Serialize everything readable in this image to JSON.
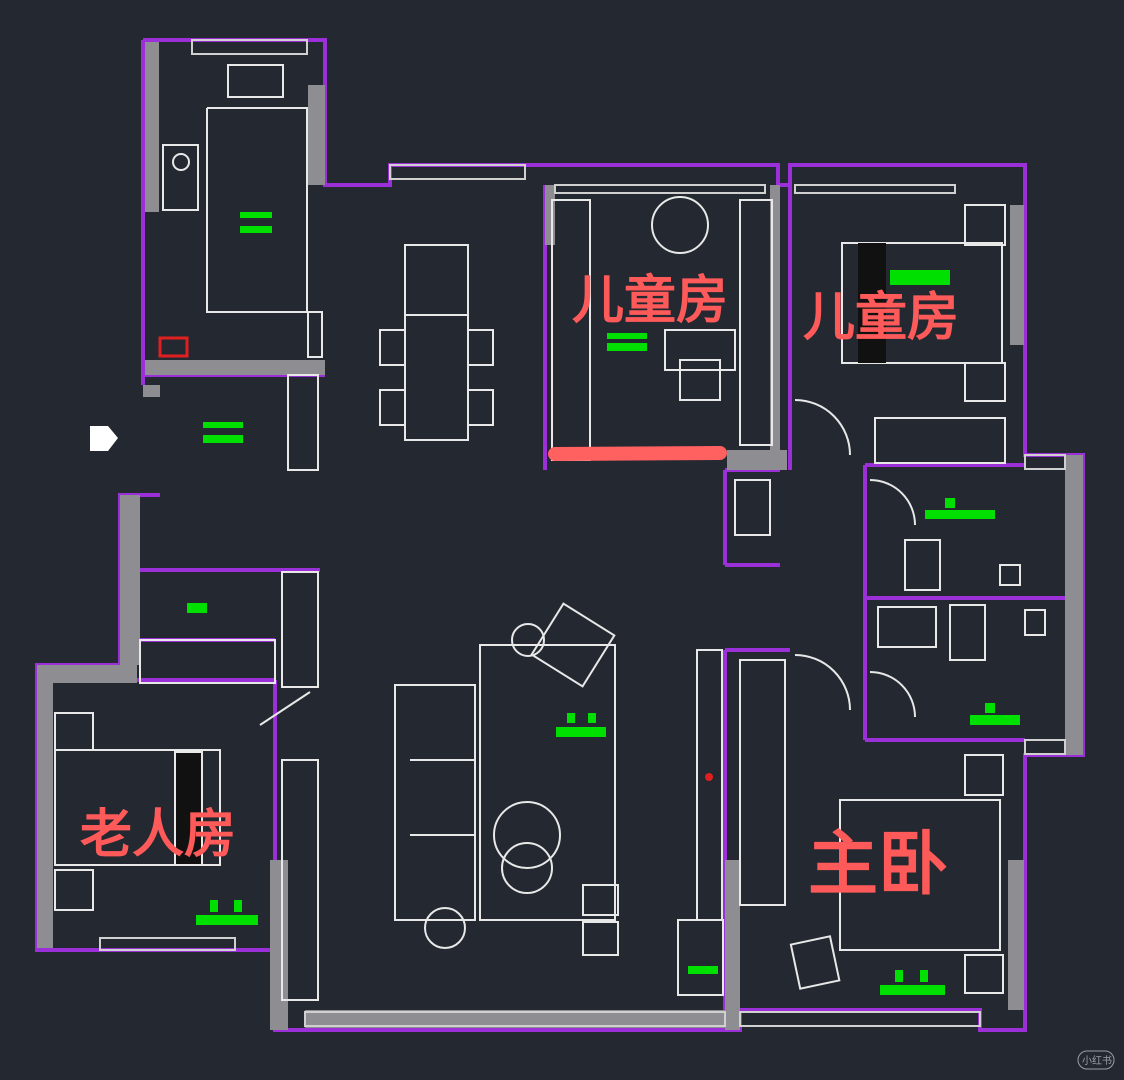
{
  "rooms": {
    "kids_room_1": {
      "label": "儿童房"
    },
    "kids_room_2": {
      "label": "儿童房"
    },
    "elder_room": {
      "label": "老人房"
    },
    "master_bedroom": {
      "label": "主卧"
    }
  },
  "watermark": "小红书",
  "colors": {
    "background": "#232831",
    "wall_outline": "#9b30d8",
    "wall_fill": "#8e8e92",
    "fixture_line": "#e8e8e8",
    "room_tag": "#00e000",
    "label_text": "#ff5a5a",
    "highlight_mark": "#ff6060",
    "entry_marker": "#ffffff"
  }
}
